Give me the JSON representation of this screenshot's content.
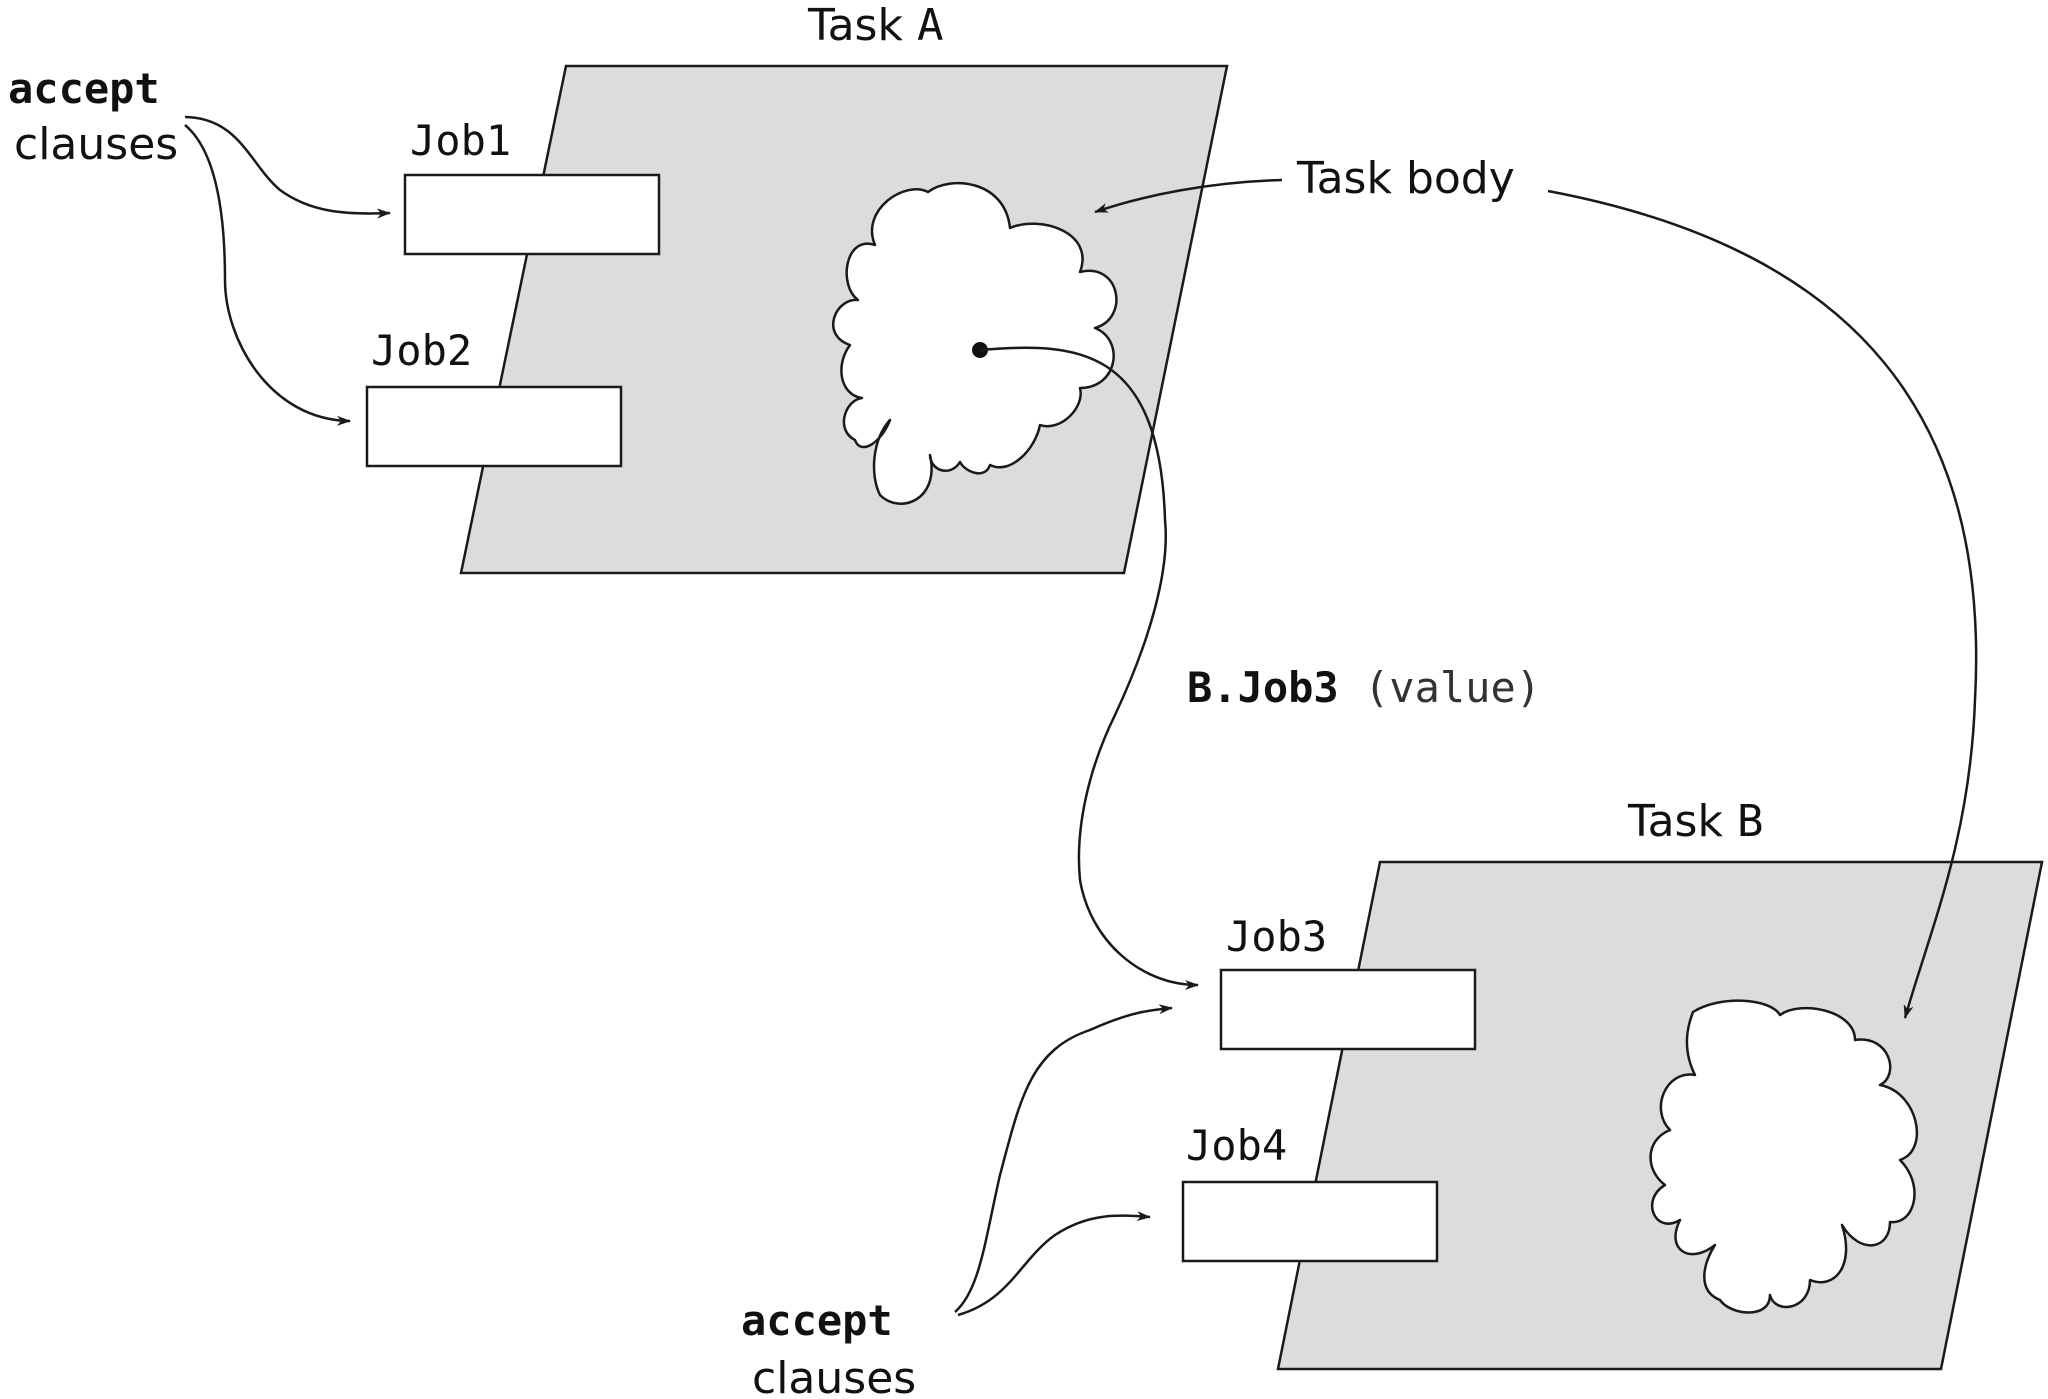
{
  "task_a": {
    "title_word": "Task",
    "title_name": "A",
    "entries": [
      "Job1",
      "Job2"
    ],
    "accept_keyword": "accept",
    "accept_word": "clauses"
  },
  "task_b": {
    "title_word": "Task",
    "title_name": "B",
    "entries": [
      "Job3",
      "Job4"
    ],
    "accept_keyword": "accept",
    "accept_word": "clauses"
  },
  "task_body_label": "Task body",
  "entry_call": {
    "name": "B.Job3",
    "argument": "(value)"
  }
}
